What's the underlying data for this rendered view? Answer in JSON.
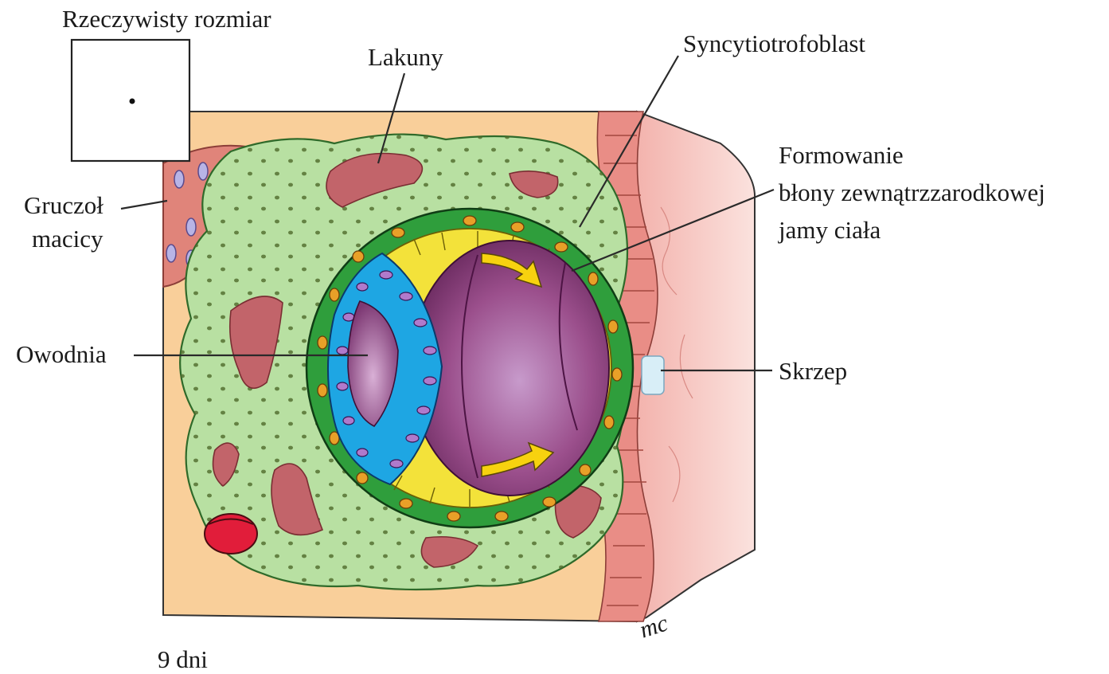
{
  "labels": {
    "scale_box": "Rzeczywisty rozmiar",
    "lacunae": "Lakuny",
    "syncytiotrophoblast": "Syncytiotrofoblast",
    "exocoelomic_line1": "Formowanie",
    "exocoelomic_line2": "błony zewnątrzzarodkowej",
    "exocoelomic_line3": "jamy ciała",
    "gland_line1": "Gruczoł",
    "gland_line2": "macicy",
    "amnion": "Owodnia",
    "clot": "Skrzep",
    "stage_age": "9 dni",
    "signature": "mc"
  },
  "colors": {
    "endometrium": "#f9cf9a",
    "syncytio": "#b8e0a2",
    "cytotrophoblast": "#2f9e3c",
    "hypoblast": "#f3e23a",
    "epiblast": "#1ea6e3",
    "cavity": "#8a3d78",
    "gland": "#e0847a",
    "lacuna": "#c2646a",
    "surface_epithelium": "#e98d86",
    "clot": "#d8eef7",
    "blood_vessel": "#e11d3a"
  }
}
